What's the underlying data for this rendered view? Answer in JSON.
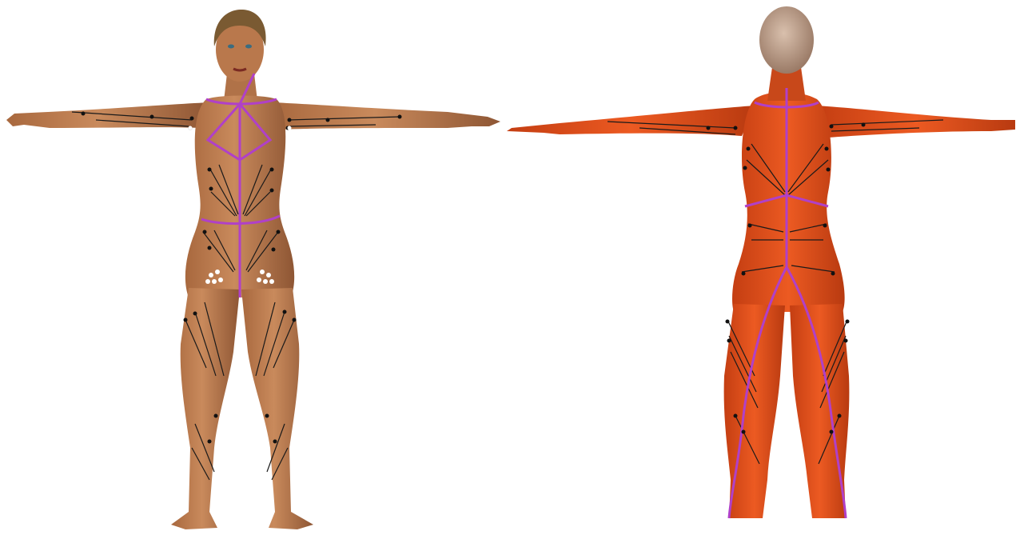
{
  "scene": {
    "background": "#ffffff",
    "panels": [
      {
        "id": "front",
        "view": "front"
      },
      {
        "id": "back",
        "view": "back"
      }
    ]
  },
  "colors": {
    "front_skin": "#b9784c",
    "front_skin_shade": "#8a5533",
    "back_skin": "#e0501c",
    "back_skin_shade": "#a8360f",
    "hair_front": "#7a5a32",
    "hair_back": "#c8a892",
    "landmark_line": "#b040c8",
    "muscle_line": "#1a1a1a",
    "marker_dot": "#111111",
    "marker_dot_highlight": "#ffffff"
  }
}
